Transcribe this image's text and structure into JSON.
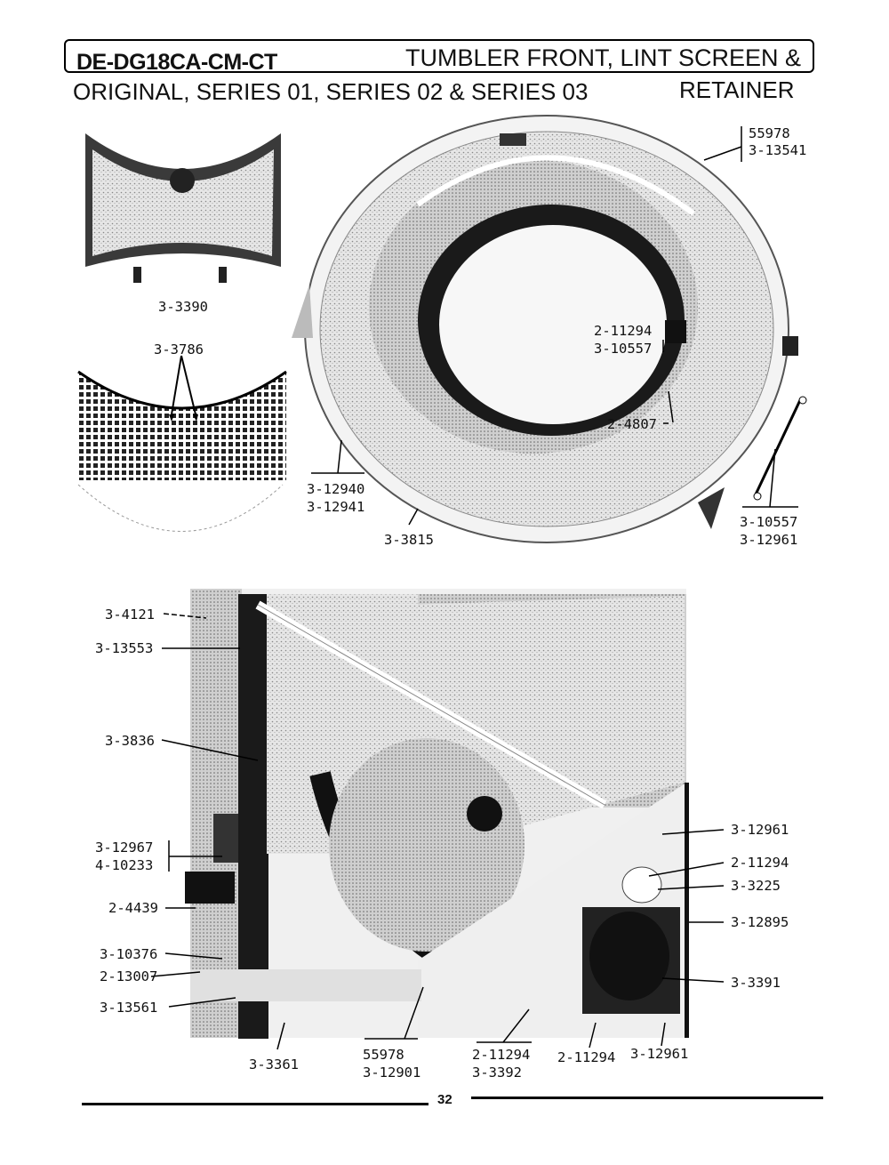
{
  "header": {
    "model": "DE-DG18CA-CM-CT",
    "title_line1": "TUMBLER FRONT, LINT SCREEN &",
    "series": "ORIGINAL, SERIES 01, SERIES 02 & SERIES 03",
    "title_line2": "RETAINER"
  },
  "top_figure": {
    "lint_screen_label": "3-3390",
    "lint_screen_mesh_label": "3-3786",
    "labels": {
      "top_right_a": "55978",
      "top_right_b": "3-13541",
      "center_a": "2-11294",
      "center_b": "3-10557",
      "right_mid": "2-4807",
      "bottom_left_a": "3-12940",
      "bottom_left_b": "3-12941",
      "bottom": "3-3815",
      "bottom_right_a": "3-10557",
      "bottom_right_b": "3-12961"
    }
  },
  "bottom_figure": {
    "left_labels": [
      "3-4121",
      "3-13553",
      "3-3836",
      "3-12967",
      "4-10233",
      "2-4439",
      "3-10376",
      "2-13007",
      "3-13561"
    ],
    "right_labels": [
      "3-12961",
      "2-11294",
      "3-3225",
      "3-12895",
      "3-3391"
    ],
    "bottom_labels": {
      "a": "3-3361",
      "b1": "55978",
      "b2": "3-12901",
      "c1": "2-11294",
      "c2": "3-3392",
      "d": "2-11294",
      "e": "3-12961"
    }
  },
  "footer": {
    "page_number": "32"
  }
}
